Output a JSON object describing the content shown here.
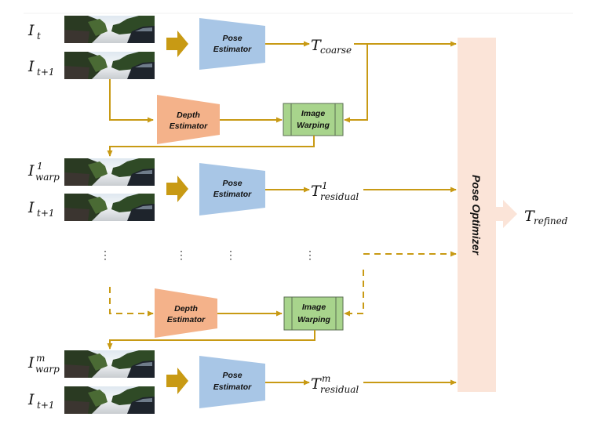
{
  "colors": {
    "arrow": "#c89a14",
    "pose_estimator": "#a8c6e6",
    "depth_estimator": "#f4b28a",
    "image_warping": "#a8d48c",
    "image_warping_border": "#5a6e52",
    "pose_optimizer": "#fbe4d8",
    "big_arrow": "#c89a14"
  },
  "inputs": [
    {
      "main": "I",
      "sub": "t",
      "sup": ""
    },
    {
      "main": "I",
      "sub": "t+1",
      "sup": ""
    },
    {
      "main": "I",
      "sub": "warp",
      "sup": "1"
    },
    {
      "main": "I",
      "sub": "t+1",
      "sup": ""
    },
    {
      "main": "I",
      "sub": "warp",
      "sup": "m"
    },
    {
      "main": "I",
      "sub": "t+1",
      "sup": ""
    }
  ],
  "blocks": {
    "pose_estimator": [
      "Pose",
      "Estimator"
    ],
    "depth_estimator": [
      "Depth",
      "Estimator"
    ],
    "image_warping": [
      "Image",
      "Warping"
    ],
    "pose_optimizer": "Pose Optimizer"
  },
  "outputs": {
    "coarse": {
      "main": "T",
      "sub": "coarse",
      "sup": ""
    },
    "residual_1": {
      "main": "T",
      "sub": "residual",
      "sup": "1"
    },
    "residual_m": {
      "main": "T",
      "sub": "residual",
      "sup": "m"
    },
    "refined": {
      "main": "T",
      "sub": "refined",
      "sup": ""
    }
  },
  "ellipsis": "⋮"
}
